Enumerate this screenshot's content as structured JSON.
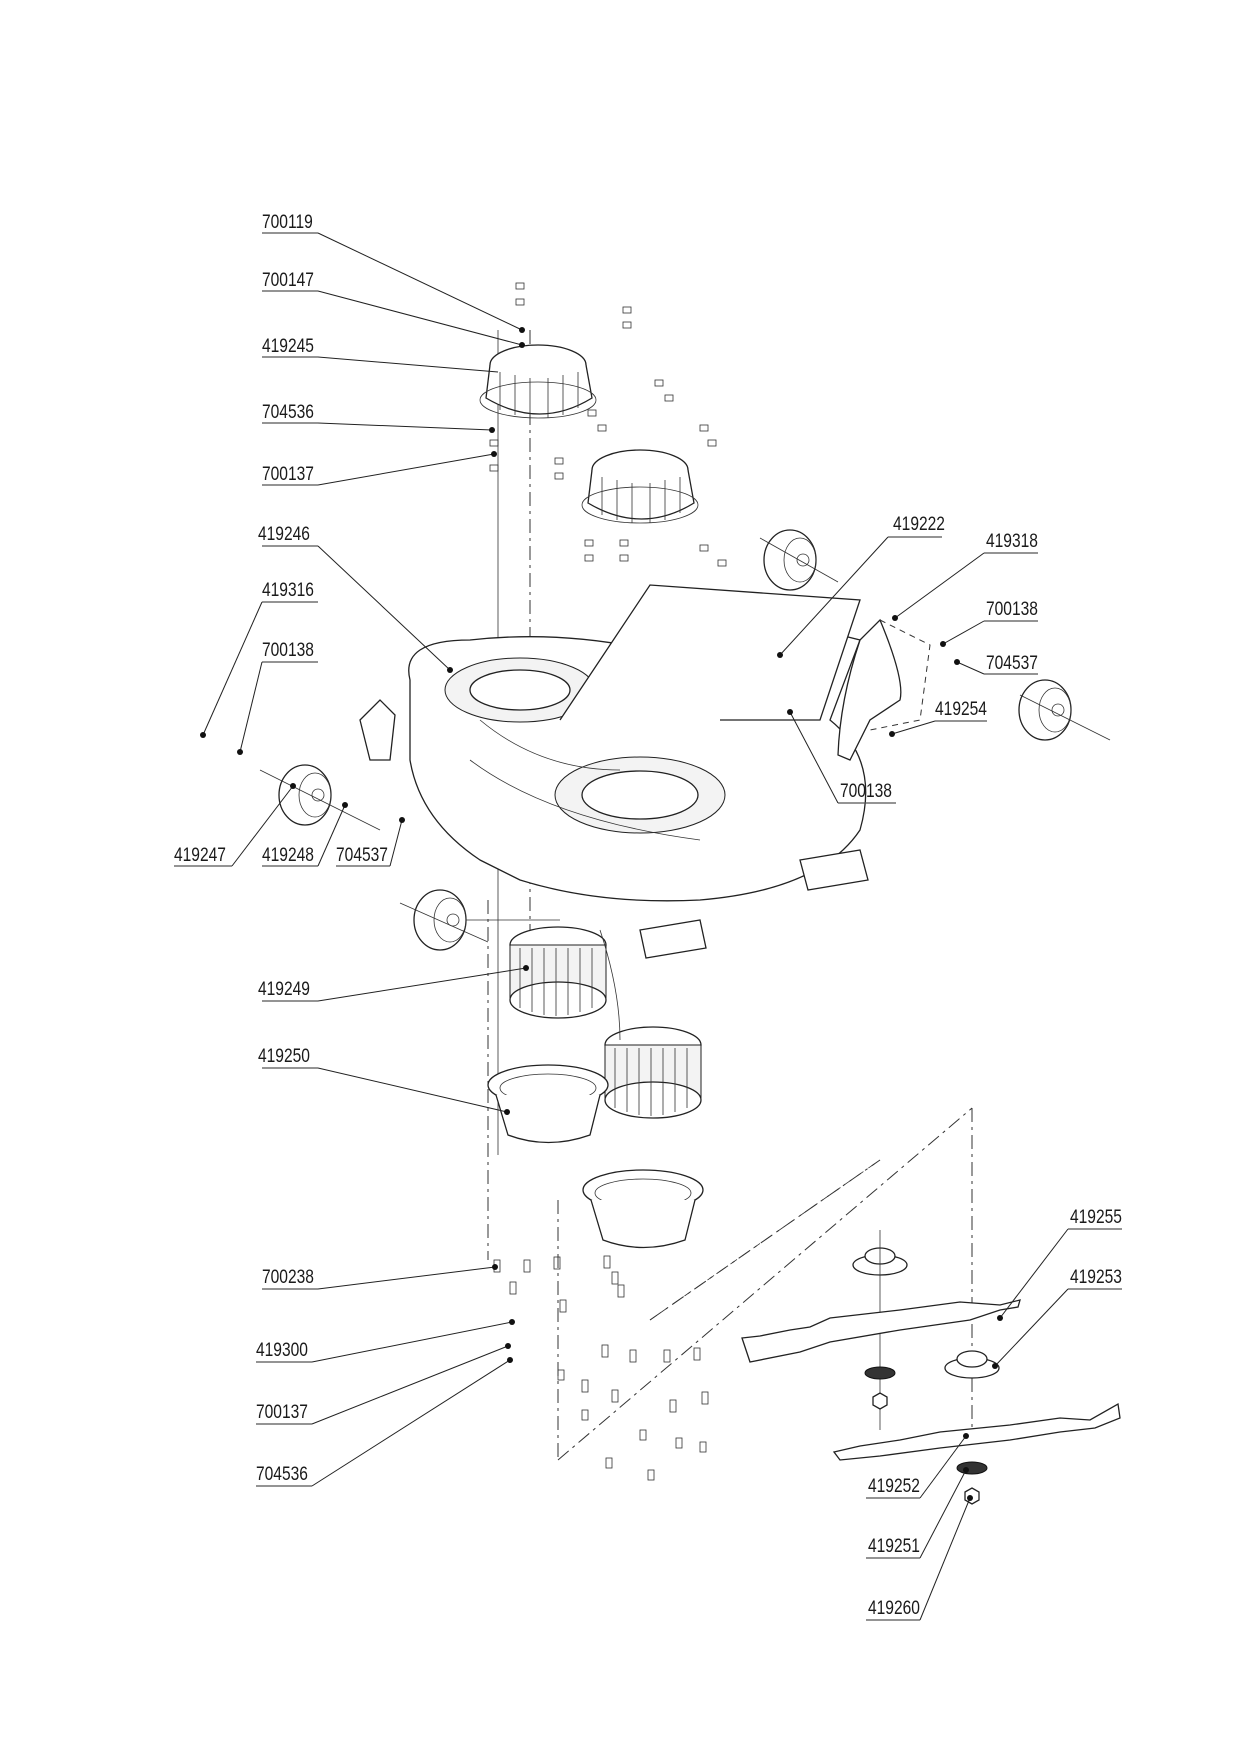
{
  "diagram": {
    "type": "exploded-parts-diagram",
    "subject": "lawn mower deck assembly",
    "callouts": [
      {
        "id": "c1",
        "part_number": "700119"
      },
      {
        "id": "c2",
        "part_number": "700147"
      },
      {
        "id": "c3",
        "part_number": "419245"
      },
      {
        "id": "c4",
        "part_number": "704536"
      },
      {
        "id": "c5",
        "part_number": "700137"
      },
      {
        "id": "c6",
        "part_number": "419246"
      },
      {
        "id": "c7",
        "part_number": "419316"
      },
      {
        "id": "c8",
        "part_number": "700138"
      },
      {
        "id": "c9",
        "part_number": "419247"
      },
      {
        "id": "c10",
        "part_number": "419248"
      },
      {
        "id": "c11",
        "part_number": "704537"
      },
      {
        "id": "c12",
        "part_number": "419222"
      },
      {
        "id": "c13",
        "part_number": "419318"
      },
      {
        "id": "c14",
        "part_number": "700138"
      },
      {
        "id": "c15",
        "part_number": "704537"
      },
      {
        "id": "c16",
        "part_number": "419254"
      },
      {
        "id": "c17",
        "part_number": "700138"
      },
      {
        "id": "c18",
        "part_number": "419249"
      },
      {
        "id": "c19",
        "part_number": "419250"
      },
      {
        "id": "c20",
        "part_number": "700238"
      },
      {
        "id": "c21",
        "part_number": "419300"
      },
      {
        "id": "c22",
        "part_number": "700137"
      },
      {
        "id": "c23",
        "part_number": "704536"
      },
      {
        "id": "c24",
        "part_number": "419255"
      },
      {
        "id": "c25",
        "part_number": "419253"
      },
      {
        "id": "c26",
        "part_number": "419252"
      },
      {
        "id": "c27",
        "part_number": "419251"
      },
      {
        "id": "c28",
        "part_number": "419260"
      }
    ]
  }
}
